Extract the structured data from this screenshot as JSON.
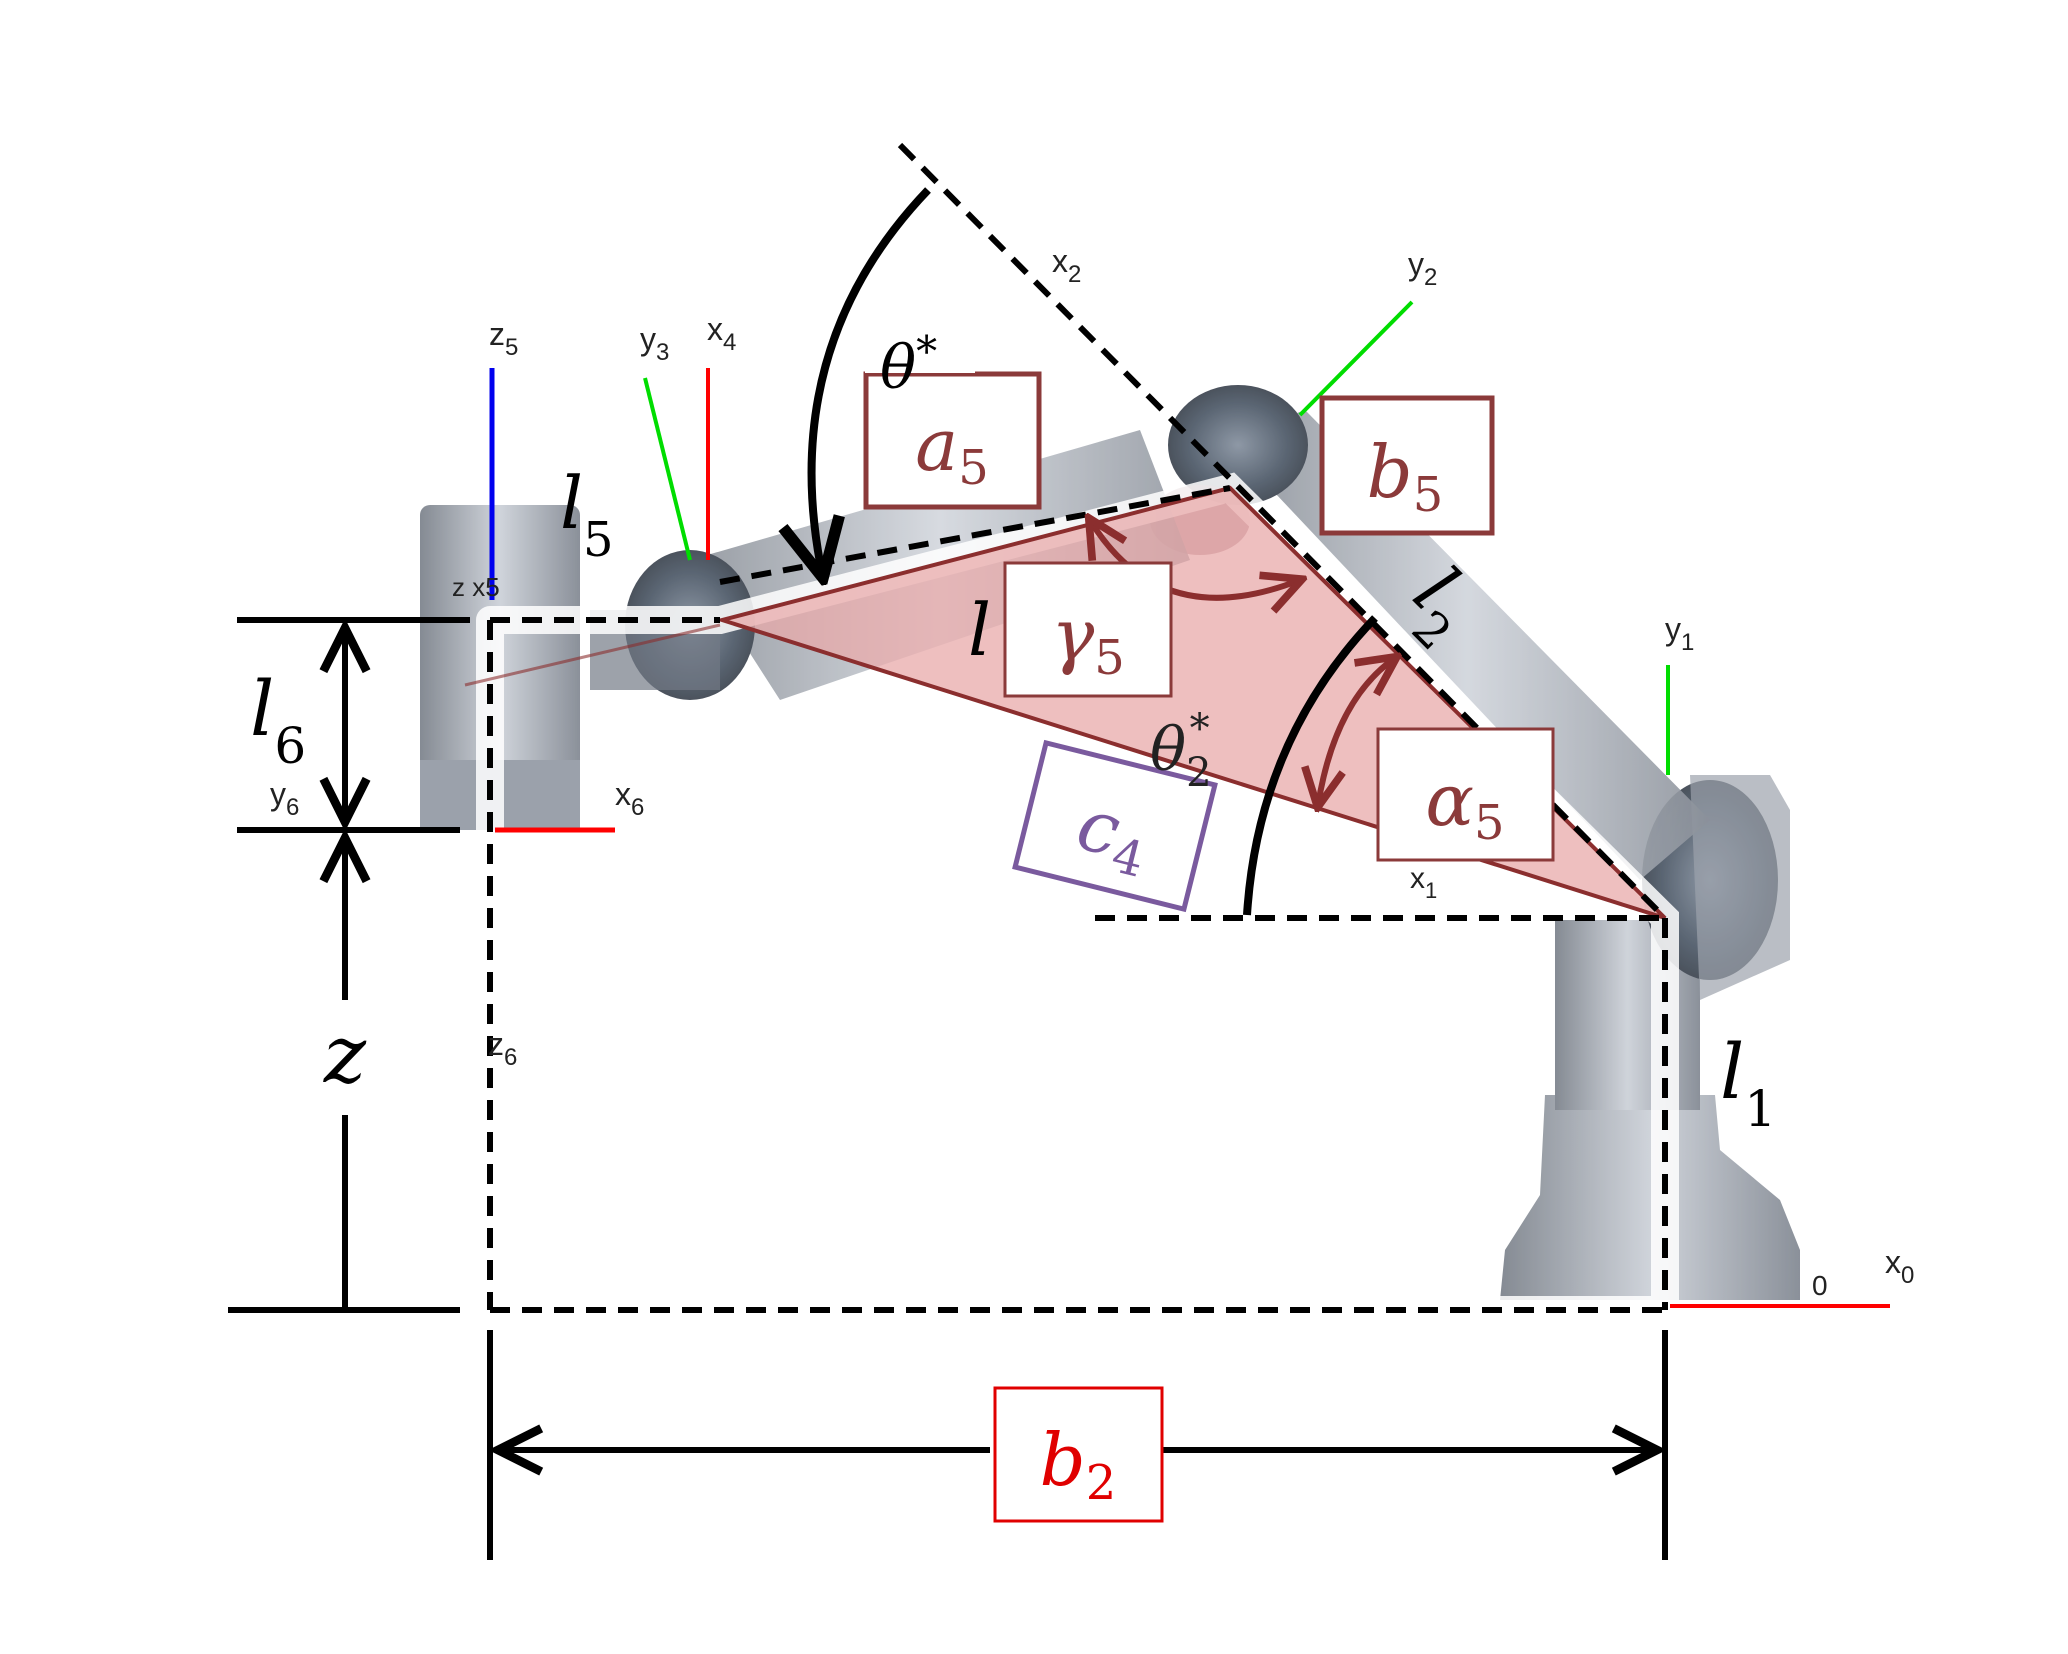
{
  "diagram": {
    "colors": {
      "dim_line": "#000000",
      "triangle_fill": "#e8a9a9",
      "triangle_stroke": "#8b2e2e",
      "box_maroon": "#8b3a3a",
      "box_purple": "#7a5a9e",
      "box_red": "#e00000",
      "axis_x": "#ff0000",
      "axis_y": "#00dd00",
      "axis_z": "#0000ee",
      "robot_grey": "#9aa0aa",
      "robot_dark": "#3e4a58"
    },
    "link_labels": {
      "l1": {
        "base": "l",
        "sub": "1"
      },
      "l2": {
        "base": "l",
        "sub": "2"
      },
      "l5": {
        "base": "l",
        "sub": "5"
      },
      "l6": {
        "base": "l",
        "sub": "6"
      },
      "l_partial": "l",
      "z": "z"
    },
    "boxes": {
      "a5": {
        "base": "a",
        "sub": "5"
      },
      "b5": {
        "base": "b",
        "sub": "5"
      },
      "gamma5": {
        "base": "γ",
        "sub": "5"
      },
      "alpha5": {
        "base": "α",
        "sub": "5"
      },
      "c4": {
        "base": "c",
        "sub": "4"
      },
      "b2": {
        "base": "b",
        "sub": "2"
      }
    },
    "angles": {
      "theta_top": {
        "base": "θ",
        "sup": "*"
      },
      "theta_mid": {
        "base": "θ",
        "sub": "2",
        "sup": "*"
      }
    },
    "frames": {
      "z5": {
        "base": "z",
        "sub": "5"
      },
      "y3": {
        "base": "y",
        "sub": "3"
      },
      "x4": {
        "base": "x",
        "sub": "4"
      },
      "x2": {
        "base": "x",
        "sub": "2"
      },
      "y2": {
        "base": "y",
        "sub": "2"
      },
      "y1": {
        "base": "y",
        "sub": "1"
      },
      "x1": {
        "base": "x",
        "sub": "1"
      },
      "x0": {
        "base": "x",
        "sub": "0"
      },
      "y6": {
        "base": "y",
        "sub": "6"
      },
      "x6": {
        "base": "x",
        "sub": "6"
      },
      "z6": {
        "base": "z",
        "sub": "6"
      },
      "zx5_fragment": "z x5",
      "o_fragment": "0"
    }
  }
}
